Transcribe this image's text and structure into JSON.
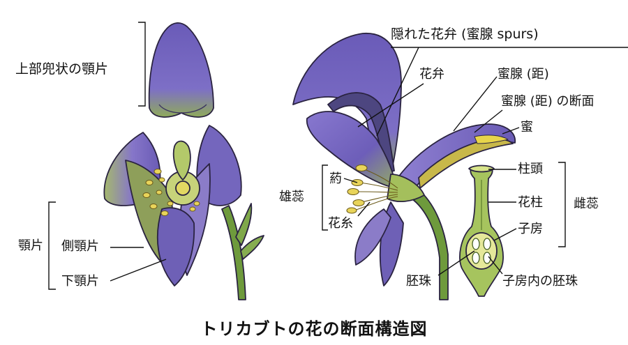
{
  "title": "トリカブトの花の断面構造図",
  "left_flower": {
    "upper_sepal": "上部兜状の顎片",
    "sepals_group": "顎片",
    "lateral_sepal": "側顎片",
    "lower_sepal": "下顎片"
  },
  "right_flower": {
    "hidden_petal": "隠れた花弁 (蜜腺 spurs)",
    "petal": "花弁",
    "nectary_spur": "蜜腺 (距)",
    "nectary_section": "蜜腺 (距) の断面",
    "nectar": "蜜",
    "stamen_group": "雄蕊",
    "anther": "葯",
    "filament": "花糸",
    "ovule": "胚珠"
  },
  "pistil": {
    "stigma": "柱頭",
    "style": "花柱",
    "ovary": "子房",
    "pistil_group": "雌蕊",
    "ovary_ovule": "子房内の胚珠"
  },
  "colors": {
    "purple_dark": "#4a3d8f",
    "purple": "#7b6cc4",
    "purple_light": "#a99be0",
    "green": "#7fa24a",
    "green_light": "#b9cf7a",
    "yellow": "#e6d24a",
    "outline": "#2a2340"
  }
}
